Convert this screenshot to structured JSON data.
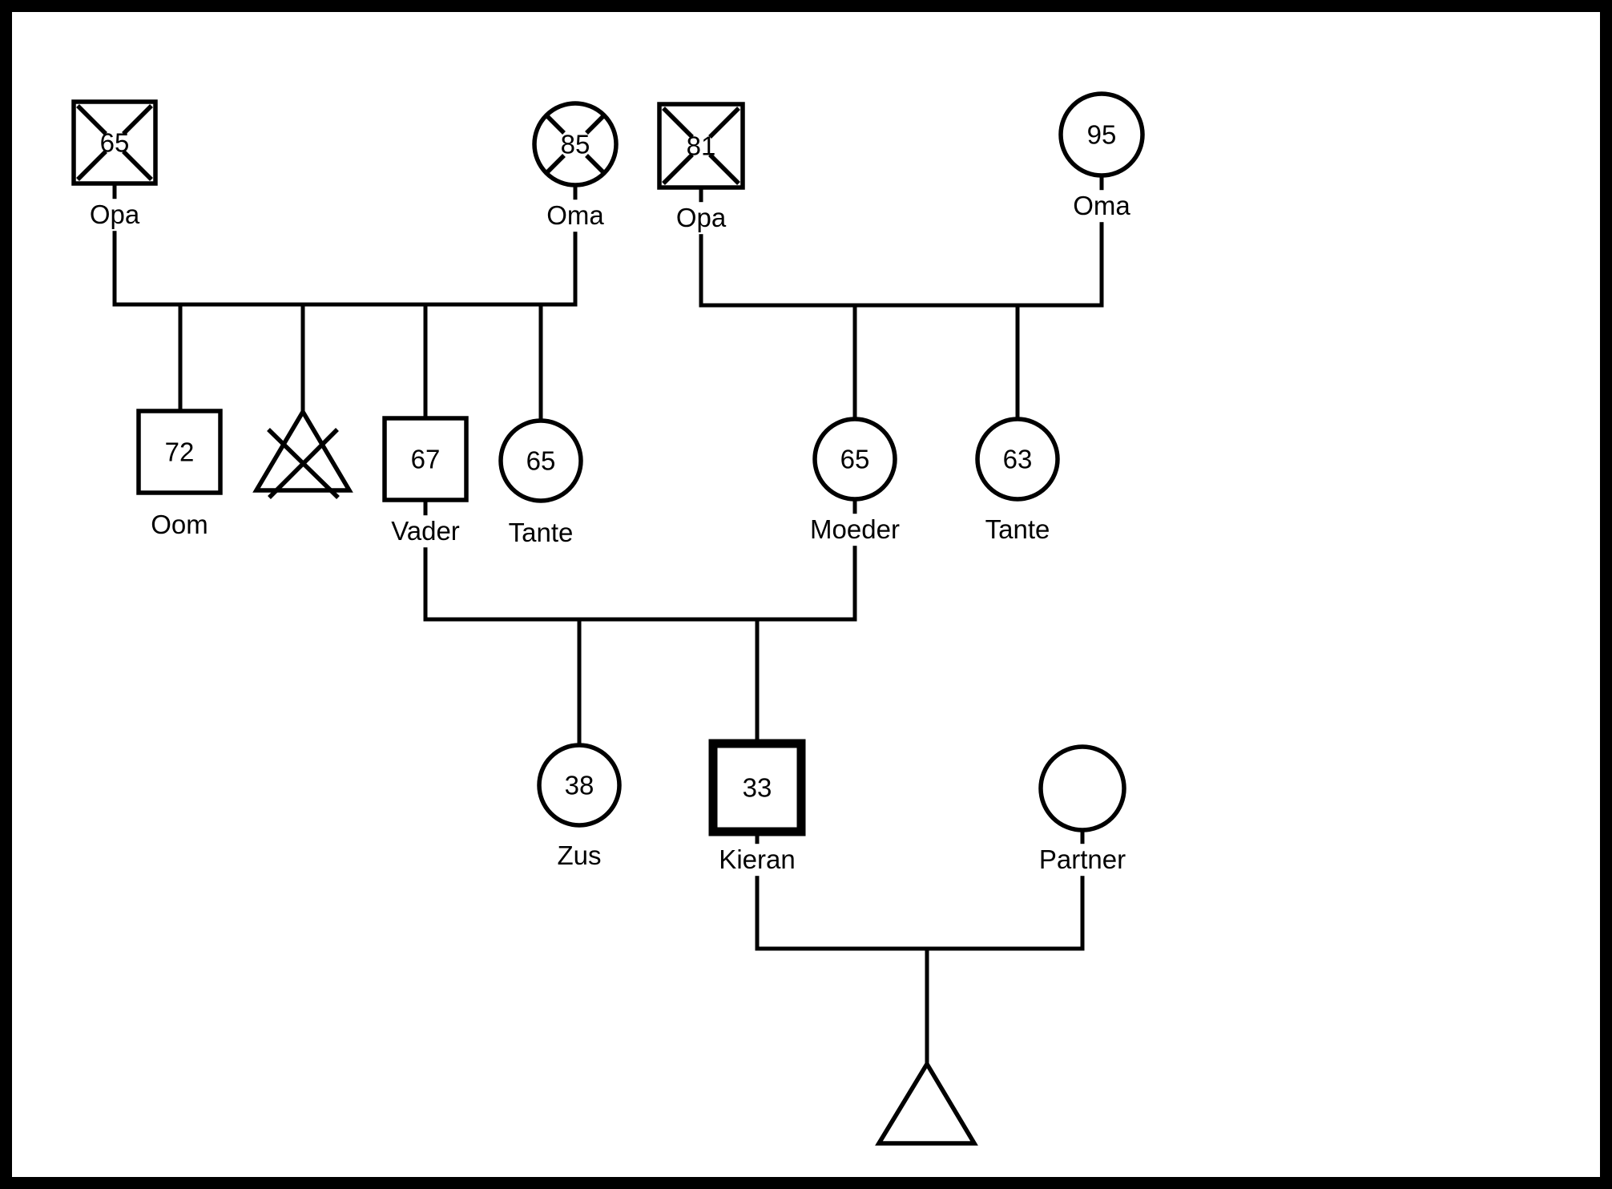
{
  "diagram": {
    "kind": "genogram",
    "language": "Dutch",
    "colors": {
      "line": "#000000",
      "background": "#ffffff"
    },
    "symbol_legend": {
      "square": "male",
      "circle": "female",
      "triangle": "pregnancy-or-miscarriage",
      "cross_marks": "deceased",
      "thick_border": "index-person"
    },
    "people": [
      {
        "id": "opa-paternal",
        "label": "Opa",
        "age": "65",
        "shape": "square",
        "deceased": true,
        "index_person": false
      },
      {
        "id": "oma-paternal",
        "label": "Oma",
        "age": "85",
        "shape": "circle",
        "deceased": true,
        "index_person": false
      },
      {
        "id": "opa-maternal",
        "label": "Opa",
        "age": "81",
        "shape": "square",
        "deceased": true,
        "index_person": false
      },
      {
        "id": "oma-maternal",
        "label": "Oma",
        "age": "95",
        "shape": "circle",
        "deceased": false,
        "index_person": false
      },
      {
        "id": "oom",
        "label": "Oom",
        "age": "72",
        "shape": "square",
        "deceased": false,
        "index_person": false
      },
      {
        "id": "miscarriage",
        "label": "",
        "age": "",
        "shape": "triangle",
        "deceased": true,
        "index_person": false
      },
      {
        "id": "vader",
        "label": "Vader",
        "age": "67",
        "shape": "square",
        "deceased": false,
        "index_person": false
      },
      {
        "id": "tante-paternal",
        "label": "Tante",
        "age": "65",
        "shape": "circle",
        "deceased": false,
        "index_person": false
      },
      {
        "id": "moeder",
        "label": "Moeder",
        "age": "65",
        "shape": "circle",
        "deceased": false,
        "index_person": false
      },
      {
        "id": "tante-maternal",
        "label": "Tante",
        "age": "63",
        "shape": "circle",
        "deceased": false,
        "index_person": false
      },
      {
        "id": "zus",
        "label": "Zus",
        "age": "38",
        "shape": "circle",
        "deceased": false,
        "index_person": false
      },
      {
        "id": "kieran",
        "label": "Kieran",
        "age": "33",
        "shape": "square",
        "deceased": false,
        "index_person": true
      },
      {
        "id": "partner",
        "label": "Partner",
        "age": "",
        "shape": "circle",
        "deceased": false,
        "index_person": false
      },
      {
        "id": "pregnancy",
        "label": "",
        "age": "",
        "shape": "triangle",
        "deceased": false,
        "index_person": false
      }
    ]
  }
}
